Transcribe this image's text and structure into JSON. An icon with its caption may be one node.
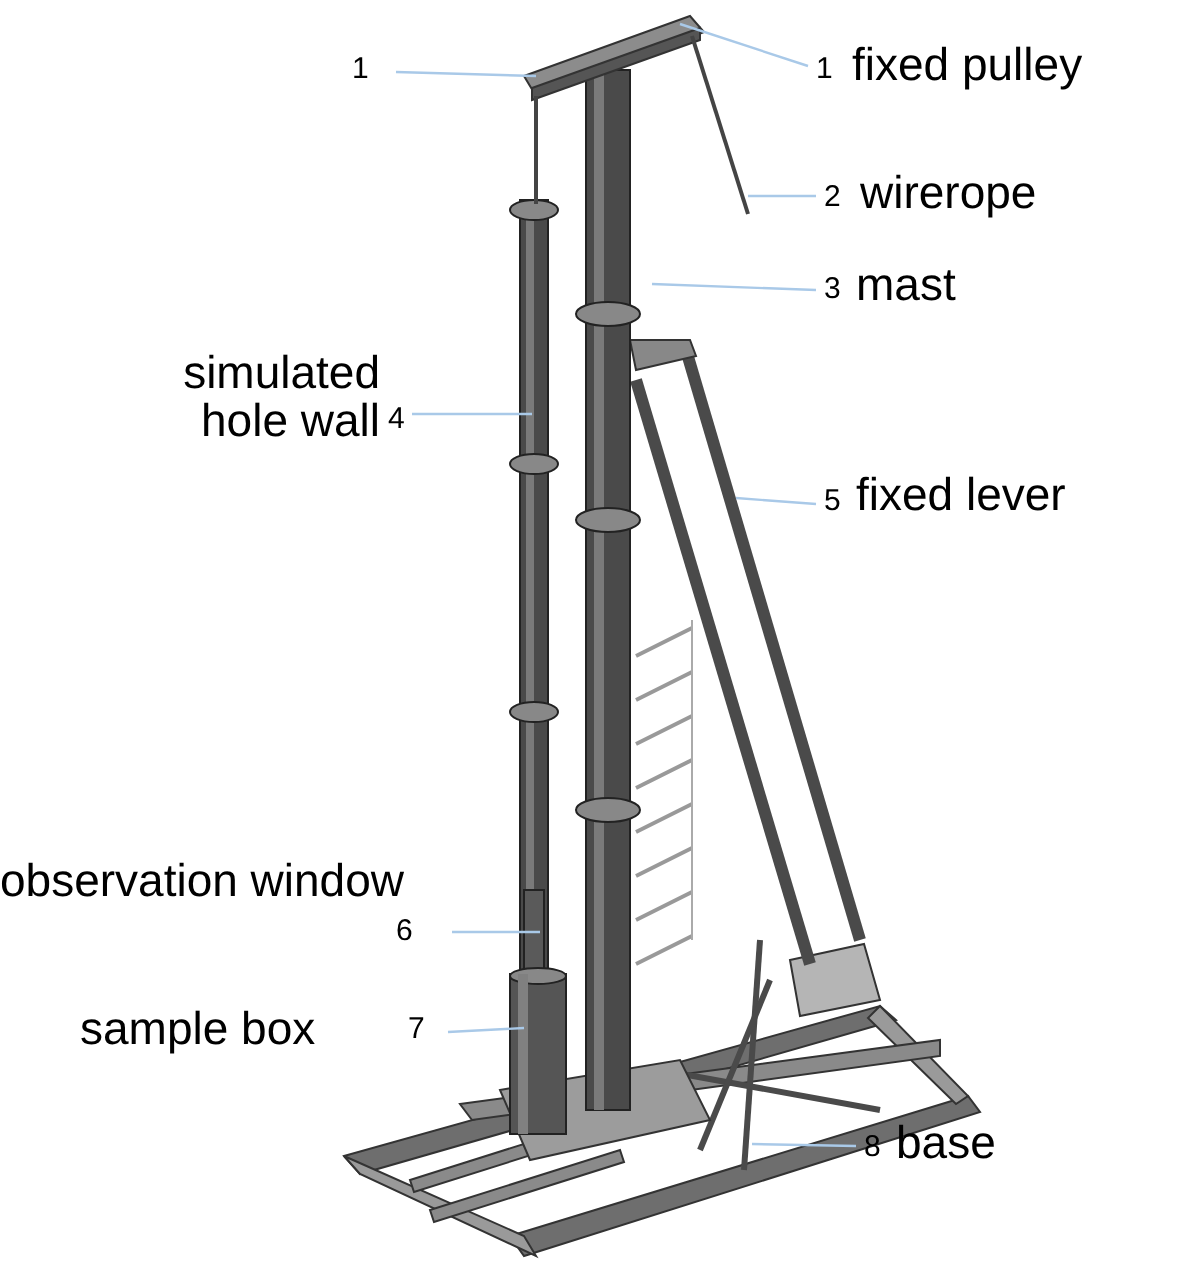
{
  "diagram": {
    "nodes": [
      {
        "text": [
          "1"
        ]
      },
      {
        "text": [
          "1",
          "fixed pulley"
        ]
      },
      {
        "text": [
          "2",
          "wirerope"
        ]
      },
      {
        "text": [
          "3",
          "mast"
        ]
      },
      {
        "text": [
          "simulated hole wall",
          "4"
        ]
      },
      {
        "text": [
          "5",
          "fixed lever"
        ]
      },
      {
        "text": [
          "observation window",
          "6"
        ]
      },
      {
        "text": [
          "sample box",
          "7"
        ]
      },
      {
        "text": [
          "8",
          "base"
        ]
      }
    ],
    "edges": [
      {
        "from": 0,
        "to": null,
        "arrow": "none"
      },
      {
        "from": 1,
        "to": null,
        "arrow": "none"
      },
      {
        "from": 2,
        "to": null,
        "arrow": "none"
      },
      {
        "from": 3,
        "to": null,
        "arrow": "none"
      },
      {
        "from": 4,
        "to": null,
        "arrow": "none"
      },
      {
        "from": 5,
        "to": null,
        "arrow": "none"
      },
      {
        "from": 6,
        "to": null,
        "arrow": "none"
      },
      {
        "from": 7,
        "to": null,
        "arrow": "none"
      },
      {
        "from": 8,
        "to": null,
        "arrow": "none"
      }
    ]
  }
}
